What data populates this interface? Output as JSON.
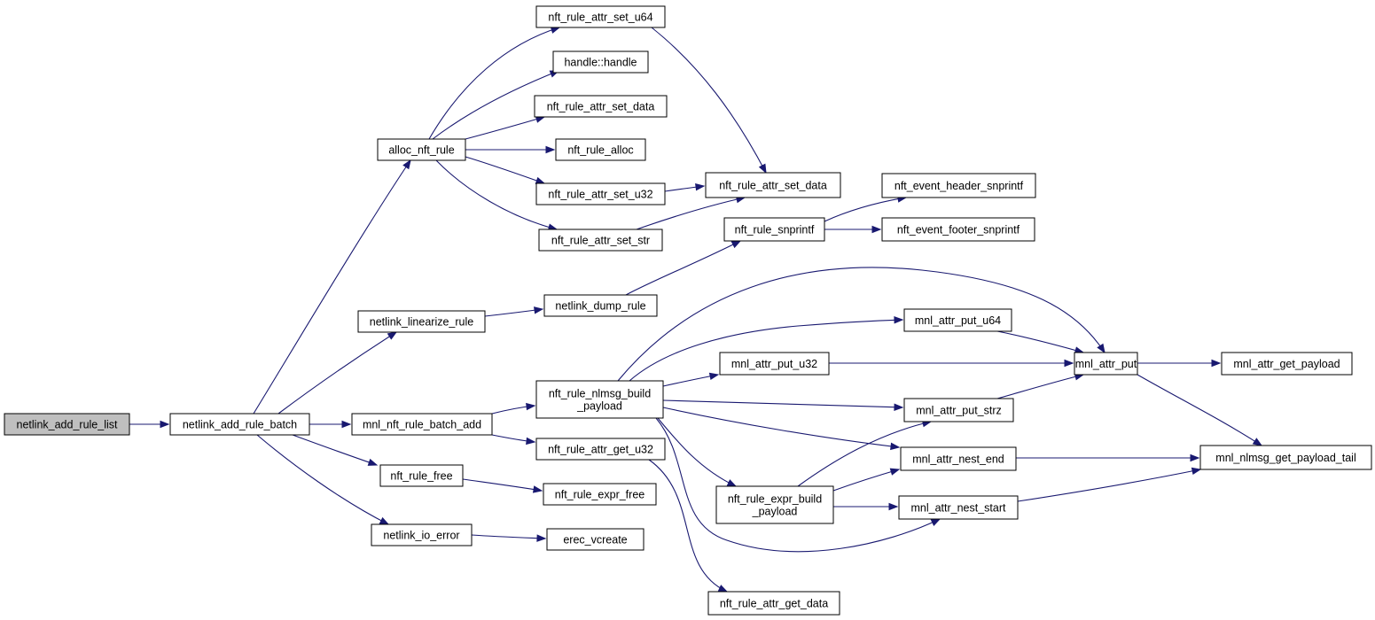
{
  "graph": {
    "colors": {
      "edge": "#191970",
      "node_border": "#000000",
      "root_fill": "#bfbfbf",
      "node_fill": "#ffffff"
    },
    "nodes": [
      {
        "id": "netlink_add_rule_list",
        "lines": [
          "netlink_add_rule_list"
        ],
        "root": true
      },
      {
        "id": "netlink_add_rule_batch",
        "lines": [
          "netlink_add_rule_batch"
        ]
      },
      {
        "id": "alloc_nft_rule",
        "lines": [
          "alloc_nft_rule"
        ]
      },
      {
        "id": "netlink_linearize_rule",
        "lines": [
          "netlink_linearize_rule"
        ]
      },
      {
        "id": "mnl_nft_rule_batch_add",
        "lines": [
          "mnl_nft_rule_batch_add"
        ]
      },
      {
        "id": "nft_rule_free",
        "lines": [
          "nft_rule_free"
        ]
      },
      {
        "id": "netlink_io_error",
        "lines": [
          "netlink_io_error"
        ]
      },
      {
        "id": "nft_rule_attr_set_u64",
        "lines": [
          "nft_rule_attr_set_u64"
        ]
      },
      {
        "id": "handle_handle",
        "lines": [
          "handle::handle"
        ]
      },
      {
        "id": "nft_rule_attr_set_data_a",
        "lines": [
          "nft_rule_attr_set_data"
        ]
      },
      {
        "id": "nft_rule_alloc",
        "lines": [
          "nft_rule_alloc"
        ]
      },
      {
        "id": "nft_rule_attr_set_u32",
        "lines": [
          "nft_rule_attr_set_u32"
        ]
      },
      {
        "id": "nft_rule_attr_set_str",
        "lines": [
          "nft_rule_attr_set_str"
        ]
      },
      {
        "id": "netlink_dump_rule",
        "lines": [
          "netlink_dump_rule"
        ]
      },
      {
        "id": "nft_rule_nlmsg_build_payload",
        "lines": [
          "nft_rule_nlmsg_build",
          "_payload"
        ]
      },
      {
        "id": "nft_rule_attr_get_u32",
        "lines": [
          "nft_rule_attr_get_u32"
        ]
      },
      {
        "id": "nft_rule_expr_free",
        "lines": [
          "nft_rule_expr_free"
        ]
      },
      {
        "id": "erec_vcreate",
        "lines": [
          "erec_vcreate"
        ]
      },
      {
        "id": "nft_rule_attr_set_data_b",
        "lines": [
          "nft_rule_attr_set_data"
        ]
      },
      {
        "id": "nft_rule_snprintf",
        "lines": [
          "nft_rule_snprintf"
        ]
      },
      {
        "id": "mnl_attr_put_u64",
        "lines": [
          "mnl_attr_put_u64"
        ]
      },
      {
        "id": "mnl_attr_put_u32",
        "lines": [
          "mnl_attr_put_u32"
        ]
      },
      {
        "id": "nft_rule_expr_build_payload",
        "lines": [
          "nft_rule_expr_build",
          "_payload"
        ]
      },
      {
        "id": "nft_rule_attr_get_data",
        "lines": [
          "nft_rule_attr_get_data"
        ]
      },
      {
        "id": "nft_event_header_snprintf",
        "lines": [
          "nft_event_header_snprintf"
        ]
      },
      {
        "id": "nft_event_footer_snprintf",
        "lines": [
          "nft_event_footer_snprintf"
        ]
      },
      {
        "id": "mnl_attr_put",
        "lines": [
          "mnl_attr_put"
        ]
      },
      {
        "id": "mnl_attr_put_strz",
        "lines": [
          "mnl_attr_put_strz"
        ]
      },
      {
        "id": "mnl_attr_nest_end",
        "lines": [
          "mnl_attr_nest_end"
        ]
      },
      {
        "id": "mnl_attr_nest_start",
        "lines": [
          "mnl_attr_nest_start"
        ]
      },
      {
        "id": "mnl_attr_get_payload",
        "lines": [
          "mnl_attr_get_payload"
        ]
      },
      {
        "id": "mnl_nlmsg_get_payload_tail",
        "lines": [
          "mnl_nlmsg_get_payload_tail"
        ]
      }
    ],
    "edges": [
      [
        "netlink_add_rule_list",
        "netlink_add_rule_batch"
      ],
      [
        "netlink_add_rule_batch",
        "alloc_nft_rule"
      ],
      [
        "netlink_add_rule_batch",
        "netlink_linearize_rule"
      ],
      [
        "netlink_add_rule_batch",
        "mnl_nft_rule_batch_add"
      ],
      [
        "netlink_add_rule_batch",
        "nft_rule_free"
      ],
      [
        "netlink_add_rule_batch",
        "netlink_io_error"
      ],
      [
        "alloc_nft_rule",
        "nft_rule_attr_set_u64"
      ],
      [
        "alloc_nft_rule",
        "handle_handle"
      ],
      [
        "alloc_nft_rule",
        "nft_rule_attr_set_data_a"
      ],
      [
        "alloc_nft_rule",
        "nft_rule_alloc"
      ],
      [
        "alloc_nft_rule",
        "nft_rule_attr_set_u32"
      ],
      [
        "alloc_nft_rule",
        "nft_rule_attr_set_str"
      ],
      [
        "nft_rule_attr_set_u64",
        "nft_rule_attr_set_data_b"
      ],
      [
        "nft_rule_attr_set_u32",
        "nft_rule_attr_set_data_b"
      ],
      [
        "nft_rule_attr_set_str",
        "nft_rule_attr_set_data_b"
      ],
      [
        "netlink_linearize_rule",
        "netlink_dump_rule"
      ],
      [
        "netlink_dump_rule",
        "nft_rule_snprintf"
      ],
      [
        "nft_rule_snprintf",
        "nft_event_header_snprintf"
      ],
      [
        "nft_rule_snprintf",
        "nft_event_footer_snprintf"
      ],
      [
        "mnl_nft_rule_batch_add",
        "nft_rule_nlmsg_build_payload"
      ],
      [
        "mnl_nft_rule_batch_add",
        "nft_rule_attr_get_u32"
      ],
      [
        "nft_rule_nlmsg_build_payload",
        "mnl_attr_put"
      ],
      [
        "nft_rule_nlmsg_build_payload",
        "mnl_attr_put_u64"
      ],
      [
        "nft_rule_nlmsg_build_payload",
        "mnl_attr_put_u32"
      ],
      [
        "nft_rule_nlmsg_build_payload",
        "mnl_attr_put_strz"
      ],
      [
        "nft_rule_nlmsg_build_payload",
        "mnl_attr_nest_end"
      ],
      [
        "nft_rule_nlmsg_build_payload",
        "nft_rule_expr_build_payload"
      ],
      [
        "nft_rule_nlmsg_build_payload",
        "mnl_attr_nest_start"
      ],
      [
        "nft_rule_attr_get_u32",
        "nft_rule_attr_get_data"
      ],
      [
        "nft_rule_free",
        "nft_rule_expr_free"
      ],
      [
        "netlink_io_error",
        "erec_vcreate"
      ],
      [
        "mnl_attr_put_u64",
        "mnl_attr_put"
      ],
      [
        "mnl_attr_put_u32",
        "mnl_attr_put"
      ],
      [
        "mnl_attr_put_strz",
        "mnl_attr_put"
      ],
      [
        "nft_rule_expr_build_payload",
        "mnl_attr_put_strz"
      ],
      [
        "nft_rule_expr_build_payload",
        "mnl_attr_nest_end"
      ],
      [
        "nft_rule_expr_build_payload",
        "mnl_attr_nest_start"
      ],
      [
        "mnl_attr_put",
        "mnl_attr_get_payload"
      ],
      [
        "mnl_attr_put",
        "mnl_nlmsg_get_payload_tail"
      ],
      [
        "mnl_attr_nest_end",
        "mnl_nlmsg_get_payload_tail"
      ],
      [
        "mnl_attr_nest_start",
        "mnl_nlmsg_get_payload_tail"
      ]
    ]
  }
}
